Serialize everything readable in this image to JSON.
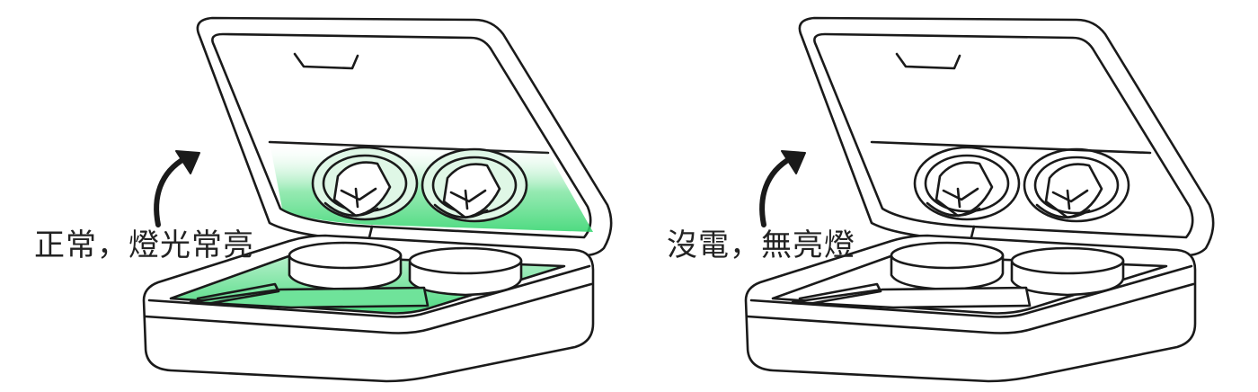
{
  "captions": {
    "normal": "正常，燈光常亮",
    "no_power": "沒電，無亮燈"
  },
  "colors": {
    "glow": "#2fd46b",
    "outline": "#1a1a1a"
  },
  "panels": [
    {
      "state": "normal",
      "light_on": true
    },
    {
      "state": "no_power",
      "light_on": false
    }
  ]
}
